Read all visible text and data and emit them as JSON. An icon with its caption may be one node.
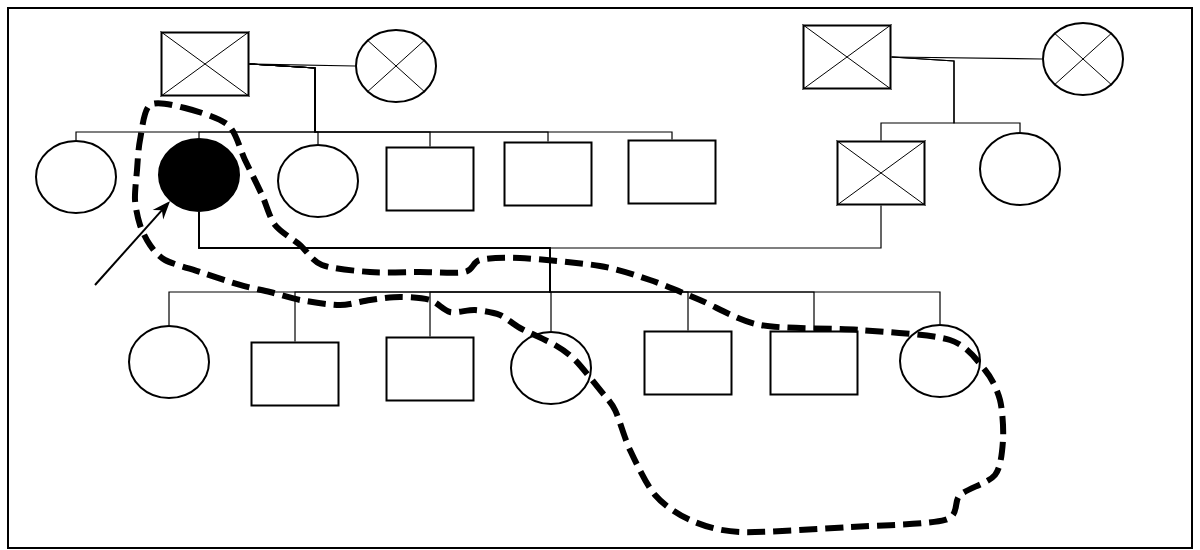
{
  "diagram": {
    "nodes": [
      {
        "text": [],
        "shape": "box"
      },
      {
        "text": [],
        "shape": "circle"
      },
      {
        "text": [],
        "shape": "box"
      },
      {
        "text": [],
        "shape": "circle"
      },
      {
        "text": [],
        "shape": "circle"
      },
      {
        "text": [],
        "shape": "circle"
      },
      {
        "text": [],
        "shape": "circle"
      },
      {
        "text": [],
        "shape": "box"
      },
      {
        "text": [],
        "shape": "box"
      },
      {
        "text": [],
        "shape": "box"
      },
      {
        "text": [],
        "shape": "box"
      },
      {
        "text": [],
        "shape": "circle"
      },
      {
        "text": [],
        "shape": "circle"
      },
      {
        "text": [],
        "shape": "box"
      },
      {
        "text": [],
        "shape": "box"
      },
      {
        "text": [],
        "shape": "circle"
      },
      {
        "text": [],
        "shape": "box"
      },
      {
        "text": [],
        "shape": "box"
      },
      {
        "text": [],
        "shape": "circle"
      }
    ],
    "edges": [
      {
        "from": 0,
        "to": 1,
        "arrow": "none"
      },
      {
        "from": 0,
        "to": 4,
        "arrow": "none"
      },
      {
        "from": 0,
        "to": 5,
        "arrow": "none"
      },
      {
        "from": 0,
        "to": 6,
        "arrow": "none"
      },
      {
        "from": 0,
        "to": 7,
        "arrow": "none"
      },
      {
        "from": 0,
        "to": 8,
        "arrow": "none"
      },
      {
        "from": 0,
        "to": 9,
        "arrow": "none"
      },
      {
        "from": 2,
        "to": 3,
        "arrow": "none"
      },
      {
        "from": 2,
        "to": 10,
        "arrow": "none"
      },
      {
        "from": 2,
        "to": 11,
        "arrow": "none"
      },
      {
        "from": 5,
        "to": 10,
        "arrow": "none"
      },
      {
        "from": 5,
        "to": 12,
        "arrow": "none"
      },
      {
        "from": 5,
        "to": 13,
        "arrow": "none"
      },
      {
        "from": 5,
        "to": 14,
        "arrow": "none"
      },
      {
        "from": 5,
        "to": 15,
        "arrow": "none"
      },
      {
        "from": 5,
        "to": 16,
        "arrow": "none"
      },
      {
        "from": 5,
        "to": 17,
        "arrow": "none"
      },
      {
        "from": 5,
        "to": 18,
        "arrow": "none"
      },
      {
        "from": null,
        "to": 5,
        "arrow": "to"
      }
    ]
  }
}
